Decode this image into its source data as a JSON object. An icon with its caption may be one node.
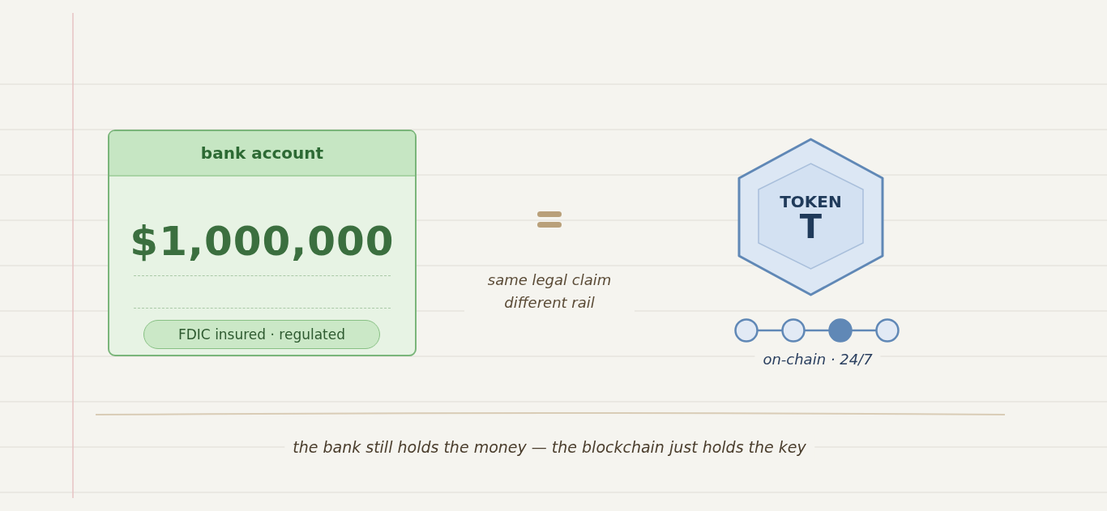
{
  "diagram": {
    "caption": "the bank still holds the money — the blockchain just holds the key",
    "nodes": [
      {
        "text": [
          "bank account",
          "$1,000,000"
        ]
      },
      {
        "text": [
          "FDIC insured · regulated"
        ],
        "in": 0
      },
      {
        "text": [
          "TOKEN",
          "T"
        ],
        "beside": [
          "on-chain · 24/7"
        ]
      }
    ],
    "labels": [
      "same legal claim different rail"
    ]
  }
}
